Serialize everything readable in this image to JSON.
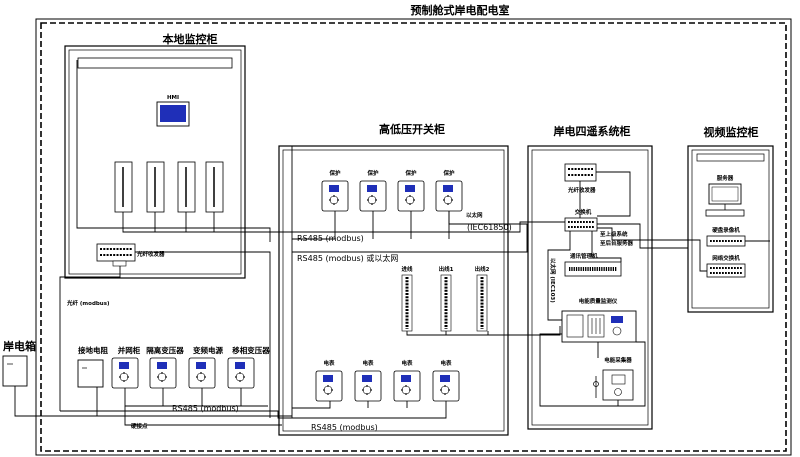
{
  "room_title": "预制舱式岸电配电室",
  "shore_box": "岸电箱",
  "local_cabinet": {
    "title": "本地监控柜",
    "hmi": "HMI",
    "fiber_transceiver": "光纤收发器"
  },
  "hv_lv_cabinet": {
    "title": "高低压开关柜",
    "top_devices": [
      "保护",
      "保护",
      "保护",
      "保护"
    ],
    "link_label": "以太网",
    "iec61850": "(IEC61850)",
    "rs485_1": "RS485 (modbus)",
    "rs485_eth": "RS485 (modbus) 或以太网",
    "io_modules": [
      "进线",
      "出线1",
      "出线2"
    ],
    "bottom_devices": [
      "电表",
      "电表",
      "电表",
      "电表"
    ],
    "rs485_bottom": "RS485 (modbus)"
  },
  "remote_cabinet": {
    "title": "岸电四遥系统柜",
    "fiber_transceiver": "光纤收发器",
    "switch": "交换机",
    "mgmt_machine": "通讯管理机",
    "ethernet_iec103": "以太网 (IEC103)",
    "quality_device": "电能质量监测仪",
    "to_station": "至上级系统",
    "to_server": "至后台服务器",
    "energy_collector": "电能采集器"
  },
  "video_cabinet": {
    "title": "视频监控柜",
    "server": "服务器",
    "video_recorder": "硬盘录像机",
    "network_switch": "网络交换机"
  },
  "bottom_row": {
    "labels": [
      "接地电阻",
      "并网柜",
      "隔离变压器",
      "变频电源",
      "移相变压器"
    ],
    "rs485": "RS485 (modbus)",
    "fiber": "光纤 (modbus)",
    "ground_line": "硬接点"
  }
}
